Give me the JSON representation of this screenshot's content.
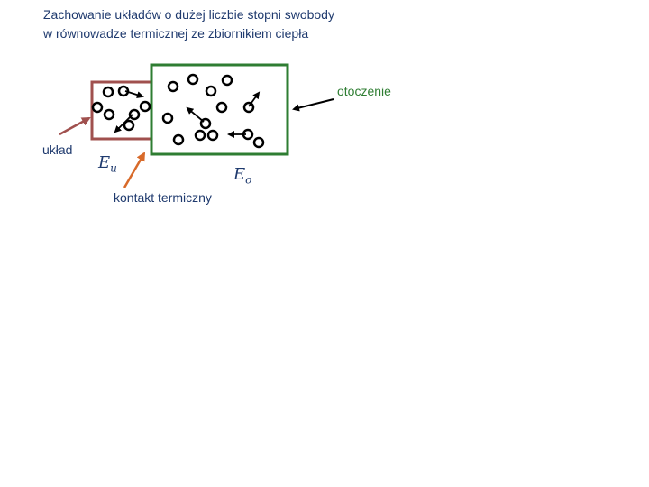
{
  "title": {
    "line1": "Zachowanie układów o dużej liczbie stopni swobody",
    "line2": "w równowadze termicznej ze zbiornikiem ciepła"
  },
  "labels": {
    "environment": "otoczenie",
    "system": "układ",
    "thermal_contact": "kontakt termiczny"
  },
  "variables": {
    "system_energy": {
      "symbol": "E",
      "subscript": "u"
    },
    "environment_energy": {
      "symbol": "E",
      "subscript": "o"
    }
  },
  "colors": {
    "title": "#1f3a6e",
    "system_box": "#a0504e",
    "environment_box": "#2e7d32",
    "environment_label": "#2e7d32",
    "contact_label": "#1f3a6e",
    "particles": "#000000"
  }
}
